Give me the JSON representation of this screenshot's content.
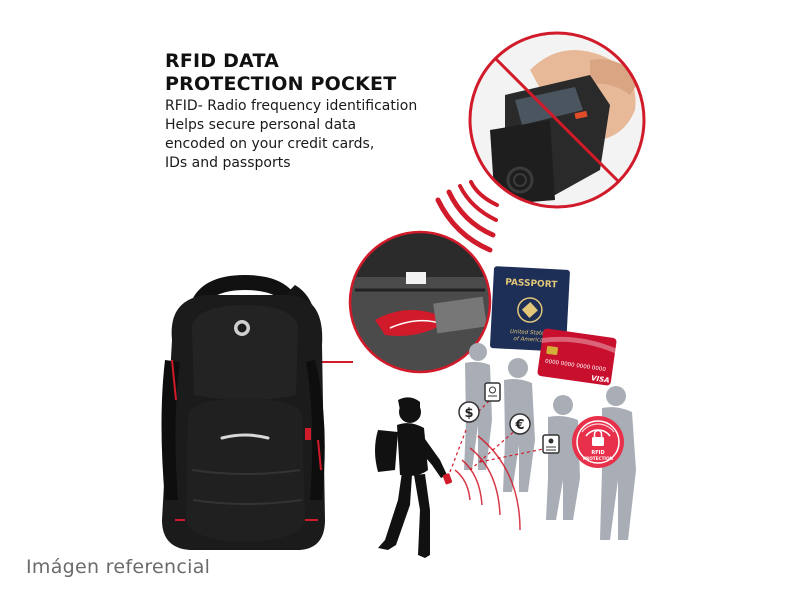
{
  "header": {
    "title_line1": "RFID DATA",
    "title_line2": "PROTECTION POCKET"
  },
  "description": {
    "line1": "RFID- Radio frequency identification",
    "line2": "Helps secure personal data",
    "line3": "encoded on your credit cards,",
    "line4": "IDs and passports"
  },
  "passport": {
    "title": "PASSPORT",
    "country_line1": "United States",
    "country_line2": "of America"
  },
  "credit_card": {
    "number": "0000 0000 0000 0000",
    "network": "VISA"
  },
  "badge": {
    "line1": "RFID",
    "line2": "PROTECTION"
  },
  "icons": {
    "dollar": "$",
    "euro": "€"
  },
  "colors": {
    "accent_red": "#d11a2a",
    "backpack_black": "#1b1b1b",
    "silhouette_gray": "#a9aeb6"
  },
  "watermark": "Imágen referencial"
}
